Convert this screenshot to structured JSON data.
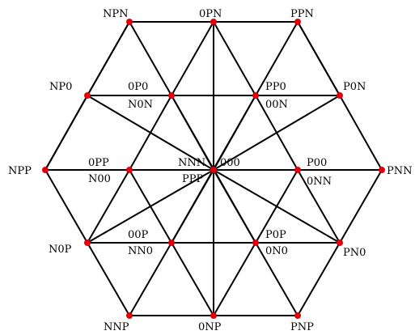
{
  "colors": {
    "edge": "#000000",
    "node": "#e0000c",
    "label": "#000000"
  },
  "nodes": {
    "npn": "NPN",
    "0pn": "0PN",
    "ppn": "PPN",
    "np0": "NP0",
    "p0n": "P0N",
    "0p0": "0P0",
    "n0n": "N0N",
    "pp0": "PP0",
    "00n": "00N",
    "npp": "NPP",
    "pnn": "PNN",
    "0pp": "0PP",
    "n00": "N00",
    "nnn": "NNN",
    "000": "000",
    "ppp": "PPP",
    "p00": "P00",
    "0nn": "0NN",
    "n0p": "N0P",
    "pn0": "PN0",
    "00p": "00P",
    "nn0": "NN0",
    "p0p": "P0P",
    "0n0": "0N0",
    "nnp": "NNP",
    "0np": "0NP",
    "pnp": "PNP"
  }
}
